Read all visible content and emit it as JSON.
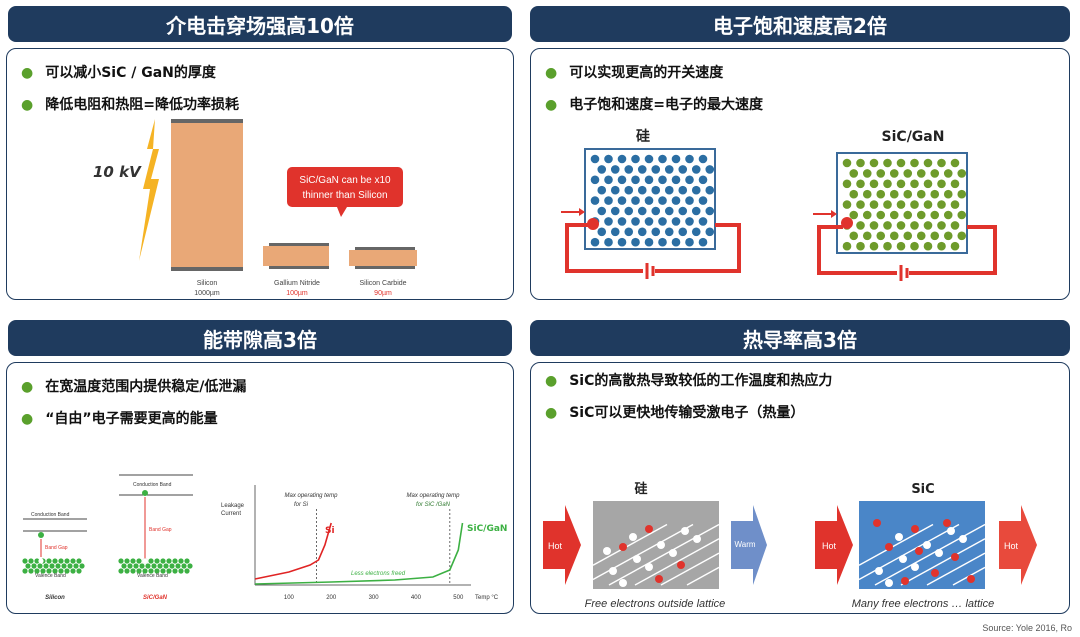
{
  "panels": {
    "tl": {
      "header": "介电击穿场强高10倍",
      "bullets": [
        "可以减小SiC / GaN的厚度",
        "降低电阻和热阻=降低功率损耗"
      ],
      "voltage": "10 kV",
      "callout": [
        "SiC/GaN can be x10",
        "thinner than Silicon"
      ],
      "materials": [
        {
          "name": "Silicon",
          "thickness": "1000µm"
        },
        {
          "name": "Gallium Nitride",
          "thickness": "100µm"
        },
        {
          "name": "Silicon Carbide",
          "thickness": "90µm"
        }
      ]
    },
    "tr": {
      "header": "电子饱和速度高2倍",
      "bullets": [
        "可以实现更高的开关速度",
        "电子饱和速度=电子的最大速度"
      ],
      "left_label": "硅",
      "right_label": "SiC/GaN"
    },
    "bl": {
      "header": "能带隙高3倍",
      "bullets": [
        "在宽温度范围内提供稳定/低泄漏",
        "“自由”电子需要更高的能量"
      ],
      "band_si": {
        "conduction": "Conduction Band",
        "gap": "Band Gap",
        "valence": "Valence Band",
        "name": "Silicon"
      },
      "band_sic": {
        "conduction": "Conduction Band",
        "gap": "Band Gap",
        "valence": "Valence Band",
        "name": "SiC/GaN"
      },
      "chart": {
        "ylabel": [
          "Leakage",
          "Current"
        ],
        "xlabel": "Temp °C",
        "si_label": "Si",
        "sic_label": "SiC/GaN",
        "ann_si": [
          "Max operating temp",
          "for Si"
        ],
        "ann_sic": [
          "Max operating temp",
          "for SiC /GaN"
        ],
        "less": "Less electrons freed"
      }
    },
    "br": {
      "header": "热导率高3倍",
      "bullets": [
        "SiC的高散热导致较低的工作温度和热应力",
        "SiC可以更快地传输受激电子（热量）"
      ],
      "left_label": "硅",
      "right_label": "SiC",
      "hot": "Hot",
      "warm": "Warm",
      "left_caption": "Free electrons outside lattice",
      "right_caption": "Many free electrons … lattice",
      "source": "Source: Yole 2016, Ro"
    }
  },
  "chart_data": {
    "type": "line",
    "x": [
      0,
      100,
      200,
      300,
      400,
      500
    ],
    "xticks": [
      100,
      200,
      300,
      400,
      500
    ],
    "xlim": [
      20,
      530
    ],
    "xlabel": "Temp °C",
    "ylabel": "Leakage Current",
    "series": [
      {
        "name": "Si",
        "points": [
          [
            20,
            0.06
          ],
          [
            100,
            0.13
          ],
          [
            150,
            0.2
          ],
          [
            170,
            0.25
          ],
          [
            185,
            0.4
          ],
          [
            200,
            0.62
          ]
        ]
      },
      {
        "name": "SiC/GaN",
        "points": [
          [
            20,
            0.01
          ],
          [
            200,
            0.03
          ],
          [
            350,
            0.05
          ],
          [
            440,
            0.08
          ],
          [
            480,
            0.15
          ],
          [
            500,
            0.35
          ],
          [
            510,
            0.62
          ]
        ]
      }
    ],
    "vlines": [
      {
        "x": 165,
        "label": "Max operating temp for Si"
      },
      {
        "x": 480,
        "label": "Max operating temp for SiC /GaN"
      }
    ],
    "annotation": "Less electrons freed",
    "colors": {
      "Si": "#e02424",
      "SiC/GaN": "#3cb043"
    }
  },
  "colors": {
    "header": "#1f3b5e",
    "bullet": "#5aa02c",
    "silicon_blue": "#2b6ea3",
    "sic_green": "#6e9b2b",
    "red": "#e0332c",
    "lightning": "#f5b324"
  }
}
